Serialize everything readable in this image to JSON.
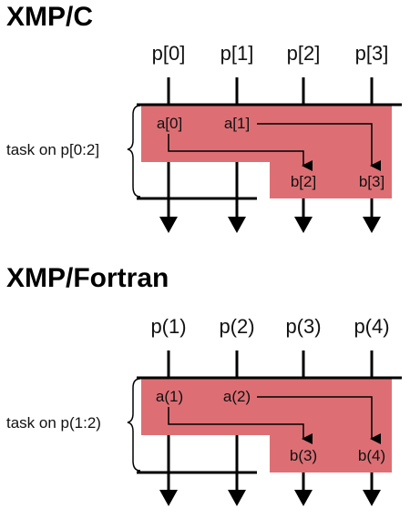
{
  "colors": {
    "task_fill": "#dd6f74",
    "line": "#000000"
  },
  "panels": [
    {
      "title": "XMP/C",
      "processors": [
        "p[0]",
        "p[1]",
        "p[2]",
        "p[3]"
      ],
      "task_label": "task on p[0:2]",
      "sources": [
        "a[0]",
        "a[1]"
      ],
      "destinations": [
        "b[2]",
        "b[3]"
      ]
    },
    {
      "title": "XMP/Fortran",
      "processors": [
        "p(1)",
        "p(2)",
        "p(3)",
        "p(4)"
      ],
      "task_label": "task on p(1:2)",
      "sources": [
        "a(1)",
        "a(2)"
      ],
      "destinations": [
        "b(3)",
        "b(4)"
      ]
    }
  ]
}
